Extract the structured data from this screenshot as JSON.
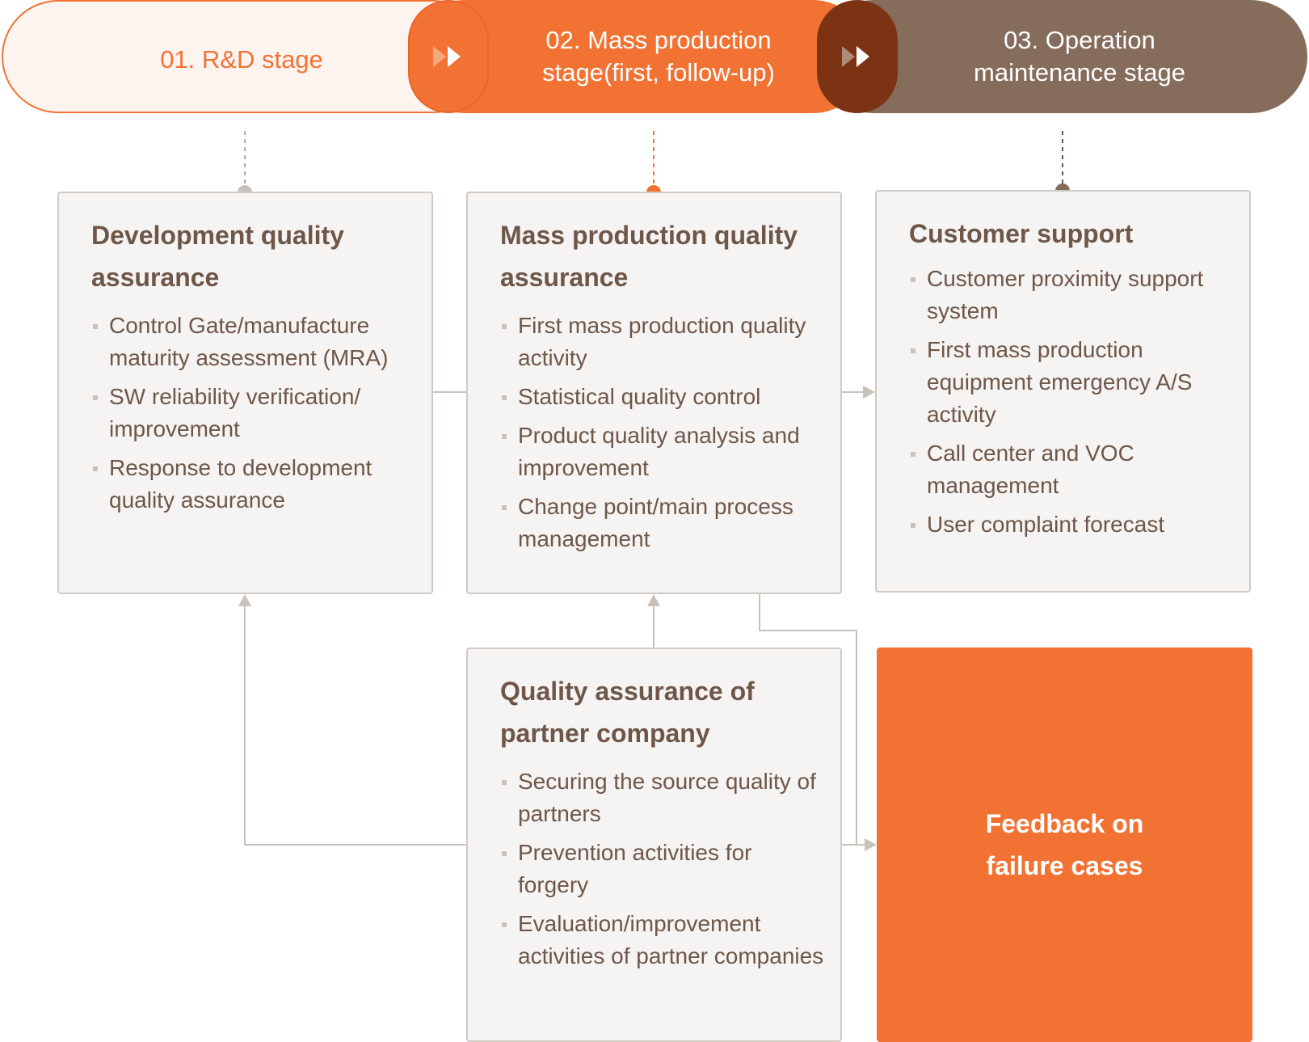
{
  "stages": [
    {
      "label": "01. R&D stage"
    },
    {
      "label": "02. Mass production\nstage(first, follow-up)"
    },
    {
      "label": "03. Operation\nmaintenance stage"
    }
  ],
  "boxes": {
    "development": {
      "title": "Development quality assurance",
      "items": [
        "Control Gate/manufacture maturity assessment (MRA)",
        "SW reliability verification/ improvement",
        "Response to development quality assurance"
      ]
    },
    "mass_production": {
      "title": "Mass production quality assurance",
      "items": [
        "First mass production quality activity",
        "Statistical quality control",
        "Product quality analysis and improvement",
        "Change point/main process management"
      ]
    },
    "customer_support": {
      "title": "Customer support",
      "items": [
        "Customer proximity support system",
        "First mass production equipment emergency A/S activity",
        "Call center and VOC management",
        "User complaint forecast"
      ]
    },
    "partner": {
      "title": "Quality assurance of partner company",
      "items": [
        "Securing the source quality of partners",
        "Prevention activities for forgery",
        "Evaluation/improvement activities of partner companies"
      ]
    }
  },
  "feedback": {
    "label": "Feedback on\nfailure cases"
  },
  "colors": {
    "accent": "#f27233",
    "brown": "#856c5b",
    "dark_brown": "#7c3314",
    "text": "#6e5648",
    "box_bg": "#f5f4f2",
    "box_border": "#cfcac4",
    "connector": "#c9c2bb"
  }
}
